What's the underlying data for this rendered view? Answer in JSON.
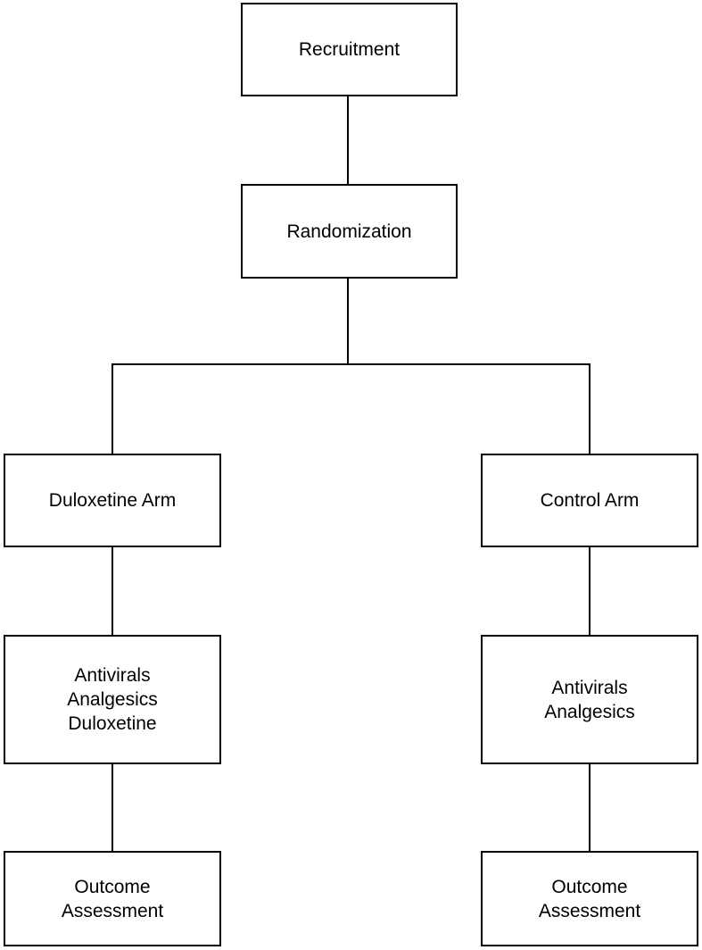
{
  "nodes": {
    "recruitment": {
      "lines": [
        "Recruitment"
      ]
    },
    "randomization": {
      "lines": [
        "Randomization"
      ]
    },
    "duloxetine_arm": {
      "lines": [
        "Duloxetine Arm"
      ]
    },
    "control_arm": {
      "lines": [
        "Control Arm"
      ]
    },
    "duloxetine_treatment": {
      "lines": [
        "Antivirals",
        "Analgesics",
        "Duloxetine"
      ]
    },
    "control_treatment": {
      "lines": [
        "Antivirals",
        "Analgesics"
      ]
    },
    "duloxetine_outcome": {
      "lines": [
        "Outcome",
        "Assessment"
      ]
    },
    "control_outcome": {
      "lines": [
        "Outcome",
        "Assessment"
      ]
    }
  }
}
